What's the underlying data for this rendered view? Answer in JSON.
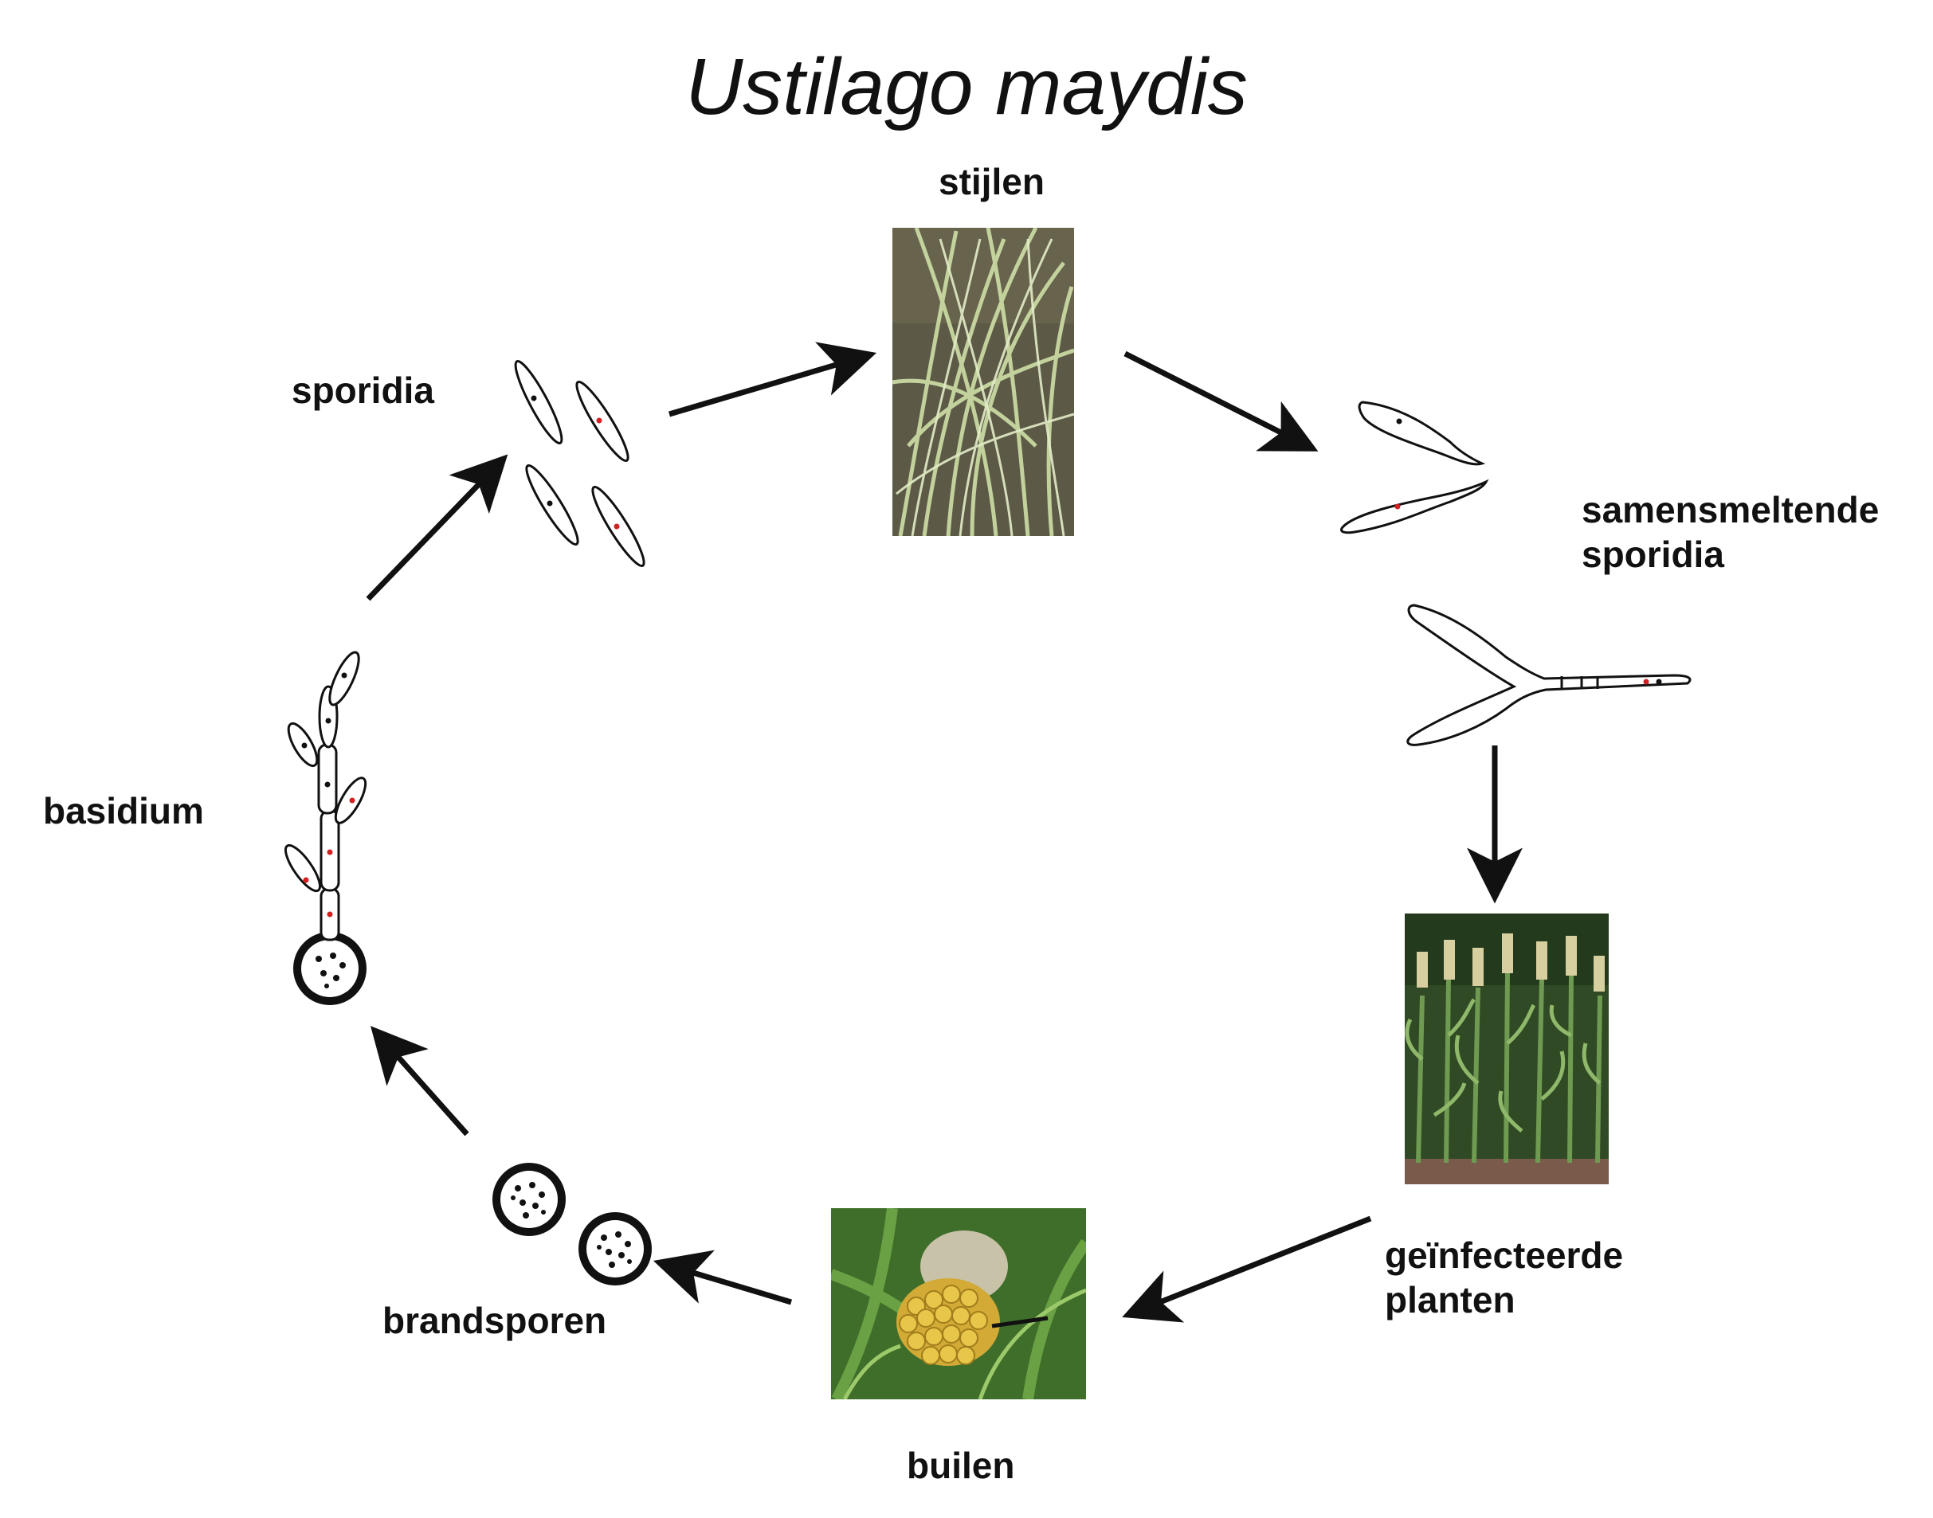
{
  "title": "Ustilago maydis",
  "stages": {
    "stijlen": "stijlen",
    "samensmeltende_line1": "samensmeltende",
    "samensmeltende_line2": "sporidia",
    "geinfecteerde_line1": "geïnfecteerde",
    "geinfecteerde_line2": "planten",
    "builen": "builen",
    "brandsporen": "brandsporen",
    "basidium": "basidium",
    "sporidia": "sporidia"
  },
  "colors": {
    "line": "#111111",
    "nucleus_red": "#d42020",
    "silk_green": "#9bb27a",
    "corn_green": "#4f7a36",
    "kernel_yellow": "#d9b23a"
  }
}
